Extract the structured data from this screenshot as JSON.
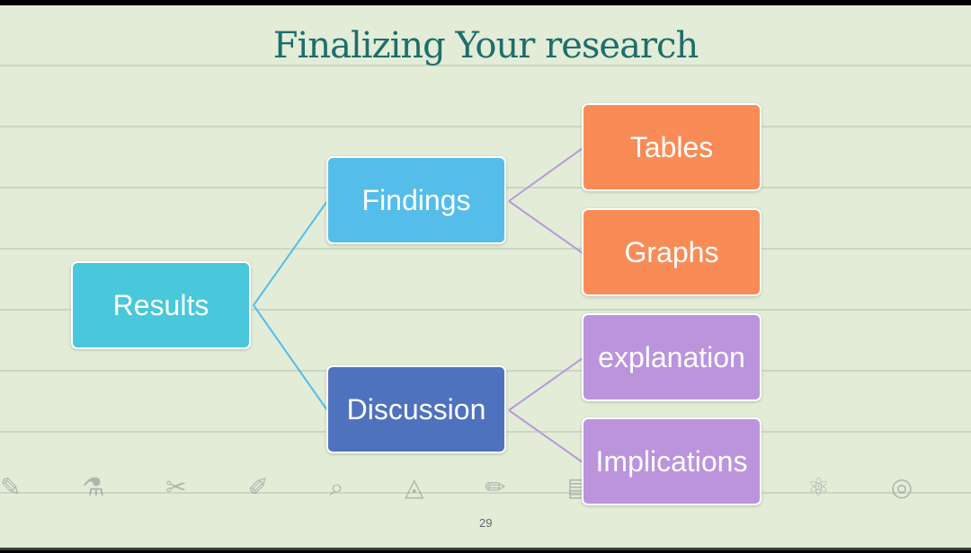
{
  "slide": {
    "title": "Finalizing Your research",
    "page_number": "29"
  },
  "diagram": {
    "root": {
      "label": "Results",
      "color": "#48c8da"
    },
    "findings": {
      "label": "Findings",
      "color": "#55bdea",
      "children": [
        {
          "label": "Tables",
          "color": "#f98c56"
        },
        {
          "label": "Graphs",
          "color": "#f98c56"
        }
      ]
    },
    "discussion": {
      "label": "Discussion",
      "color": "#4f72be",
      "children": [
        {
          "label": "explanation",
          "color": "#bb94dc"
        },
        {
          "label": "Implications",
          "color": "#bb94dc"
        }
      ]
    }
  }
}
